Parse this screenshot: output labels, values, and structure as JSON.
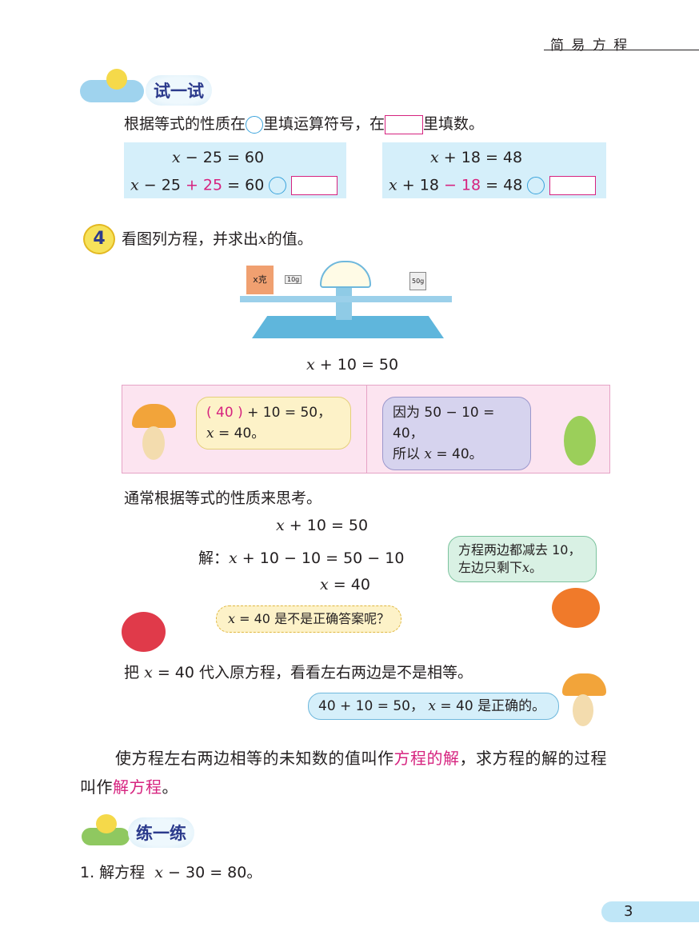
{
  "header": {
    "section_title": "简 易 方 程"
  },
  "try_it": {
    "badge": "试一试",
    "instruction_a": "根据等式的性质在",
    "instruction_b": "里填运算符号，在",
    "instruction_c": "里填数。",
    "box1": {
      "line1": "− 25 = 60",
      "line2_a": "− 25",
      "line2_b": "+ 25",
      "line2_c": "= 60"
    },
    "box2": {
      "line1": "+ 18 = 48",
      "line2_a": "+ 18",
      "line2_b": "− 18",
      "line2_c": "= 48"
    }
  },
  "example": {
    "number": "4",
    "prompt_a": "看图列方程，并求出",
    "prompt_b": "的值。",
    "scale": {
      "left_label": "x克",
      "small_weight": "10g",
      "right_weight": "50g"
    },
    "equation": "+ 10 = 50",
    "bubble_left": {
      "open": "(",
      "answer": "40",
      "close": ")",
      "rest": "+ 10 = 50，",
      "line2": "= 40。"
    },
    "bubble_right": {
      "line1": "因为 50 − 10 = 40，",
      "line2_a": "所以",
      "line2_b": "= 40。"
    },
    "think": "通常根据等式的性质来思考。",
    "solve": {
      "line1": "+ 10 = 50",
      "prefix": "解：",
      "line2": "+ 10 − 10 = 50 − 10",
      "line3": "= 40"
    },
    "tip": {
      "line1": "方程两边都减去 10，",
      "line2_a": "左边只剩下",
      "line2_b": "。"
    },
    "question": "= 40 是不是正确答案呢？",
    "check_a": "把",
    "check_b": "= 40 代入原方程，看看左右两边是不是相等。",
    "check_bubble_a": "40 + 10 = 50，",
    "check_bubble_b": "= 40 是正确的。"
  },
  "definition": {
    "p1": "使方程左右两边相等的未知数的值叫作",
    "term1": "方程的解",
    "p2": "，求方程的解",
    "p3": "的过程叫作",
    "term2": "解方程",
    "p4": "。"
  },
  "practice": {
    "badge": "练一练",
    "item1_a": "1. 解方程",
    "item1_b": "− 30 = 80。"
  },
  "variable": "x",
  "page_number": "3",
  "colors": {
    "accent": "#d6237f",
    "box_blue": "#d5effa",
    "panel_pink": "#fce4f0"
  }
}
